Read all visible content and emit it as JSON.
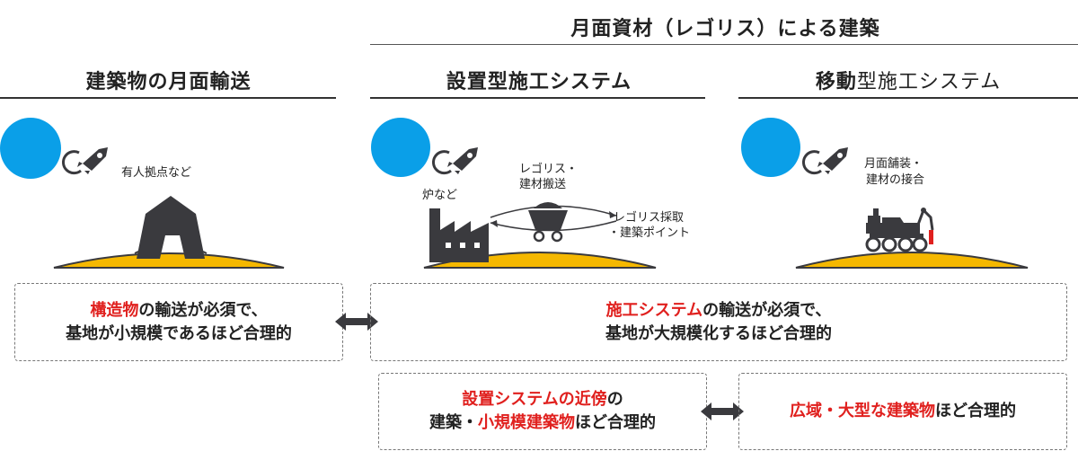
{
  "top_title": "月面資材（レゴリス）による建築",
  "columns": [
    {
      "title": "建築物の月面輸送",
      "label_lines": [
        "有人拠点など"
      ]
    },
    {
      "title": "設置型施工システム",
      "label_left": "炉など",
      "label_mid": [
        "レゴリス・",
        "建材搬送"
      ],
      "label_right": [
        "レゴリス採取",
        "・建築ポイント"
      ]
    },
    {
      "title_bold": "移動",
      "title_rest": "型施工システム",
      "label_lines": [
        "月面舗装・",
        "建材の接合"
      ]
    }
  ],
  "boxes": {
    "b1": {
      "line1_red": "構造物",
      "line1_rest": "の輸送が必須で、",
      "line2": "基地が小規模であるほど合理的"
    },
    "b2": {
      "line1_red": "施工システム",
      "line1_rest": "の輸送が必須で、",
      "line2": "基地が大規模化するほど合理的"
    },
    "b3": {
      "line1_red": "設置システムの近傍",
      "line1_rest": "の",
      "line2_a": "建築・",
      "line2_red": "小規模建築物",
      "line2_rest": "ほど合理的"
    },
    "b4": {
      "line1_red": "広域・大型な建築物",
      "line1_rest": "ほど合理的"
    }
  },
  "colors": {
    "moon": "#f5b800",
    "earth": "#0a9fe8",
    "dark": "#3a3a3e",
    "accent_red": "#e0201e"
  }
}
